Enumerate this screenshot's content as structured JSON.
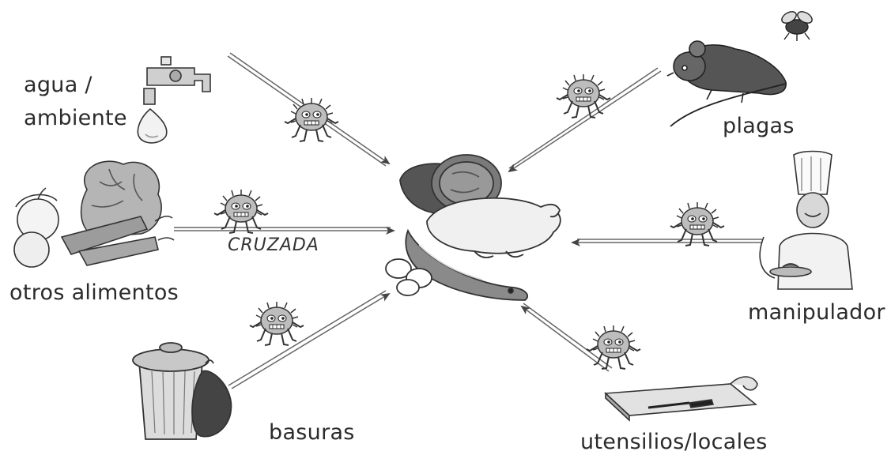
{
  "labels": {
    "agua_line1": "agua /",
    "agua_line2": "ambiente",
    "plagas": "plagas",
    "otros": "otros alimentos",
    "cruzada": "CRUZADA",
    "manipulador": "manipulador",
    "basuras": "basuras",
    "utensilios": "utensilios/locales"
  },
  "colors": {
    "ink": "#2b2b2b",
    "arrow": "#555555",
    "shade": "#9a9a9a",
    "dark": "#3a3a3a"
  }
}
